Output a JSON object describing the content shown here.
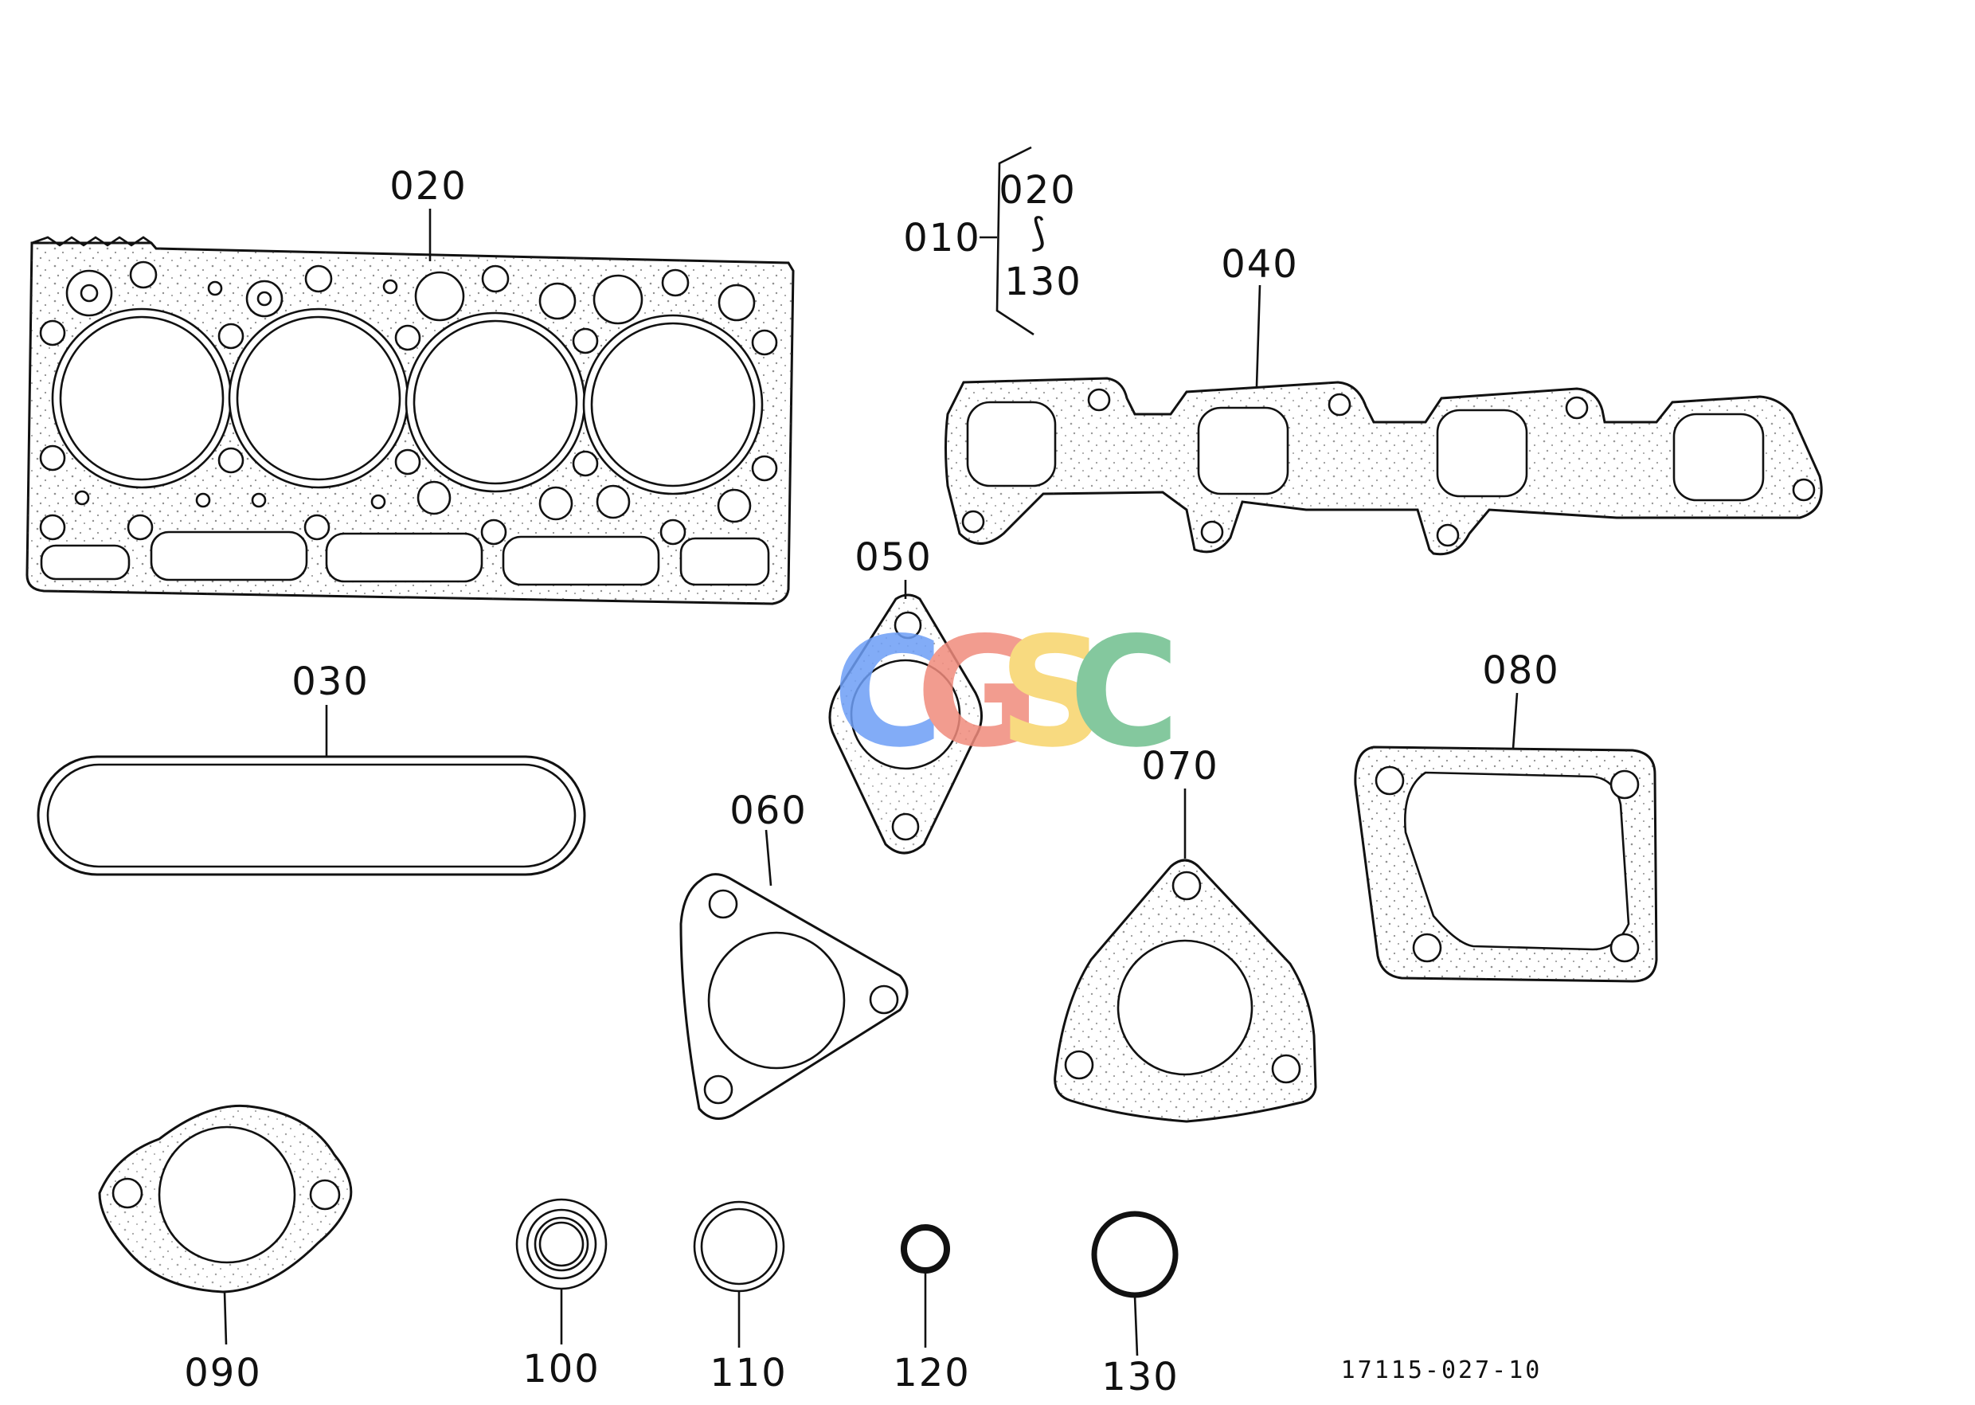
{
  "diagram": {
    "parts": [
      {
        "id": "p010",
        "label": "010"
      },
      {
        "id": "p020",
        "label": "020"
      },
      {
        "id": "p030",
        "label": "030"
      },
      {
        "id": "p040",
        "label": "040"
      },
      {
        "id": "p050",
        "label": "050"
      },
      {
        "id": "p060",
        "label": "060"
      },
      {
        "id": "p070",
        "label": "070"
      },
      {
        "id": "p080",
        "label": "080"
      },
      {
        "id": "p090",
        "label": "090"
      },
      {
        "id": "p100",
        "label": "100"
      },
      {
        "id": "p110",
        "label": "110"
      },
      {
        "id": "p120",
        "label": "120"
      },
      {
        "id": "p130",
        "label": "130"
      }
    ],
    "kit": {
      "label": "010",
      "range_start": "020",
      "range_end": "130",
      "range_sep": "⟆"
    },
    "drawing_number": "17115-027-10"
  },
  "watermark": {
    "letters": [
      "C",
      "G",
      "S",
      "C"
    ],
    "colors": [
      "#6d9ef6",
      "#f08b7c",
      "#f7d46a",
      "#6fbf8e"
    ]
  }
}
